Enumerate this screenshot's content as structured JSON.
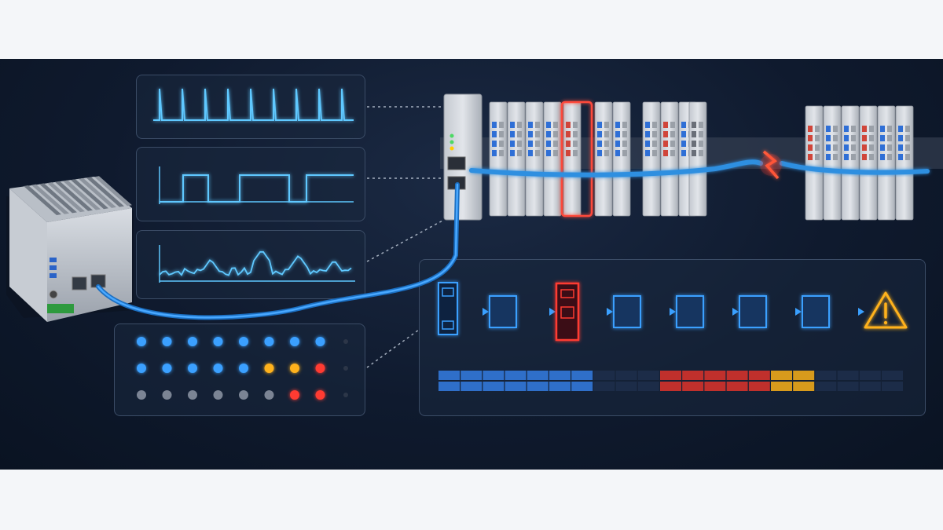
{
  "colors": {
    "background": "#0f1a2e",
    "signal": "#5ec8ff",
    "cable": "#2f8fe0",
    "fault": "#ff3b30",
    "warning": "#ffb21e",
    "ok": "#3aa0ff",
    "idle": "#7b8494"
  },
  "waveforms": [
    {
      "kind": "pulse-train"
    },
    {
      "kind": "square-wave"
    },
    {
      "kind": "noisy-signal"
    }
  ],
  "led_matrix": {
    "rows": [
      [
        "blue",
        "blue",
        "blue",
        "blue",
        "blue",
        "blue",
        "blue",
        "blue",
        "off"
      ],
      [
        "blue",
        "blue",
        "blue",
        "blue",
        "blue",
        "amber",
        "amber",
        "red",
        "off"
      ],
      [
        "gray",
        "gray",
        "gray",
        "gray",
        "gray",
        "gray",
        "red",
        "red",
        "off"
      ]
    ]
  },
  "topology": {
    "nodes": [
      "coupler",
      "module",
      "faulty-module",
      "module",
      "module",
      "module",
      "module",
      "warning"
    ],
    "fault_index": 2
  },
  "timeline": {
    "rows": [
      [
        "blue",
        "blue",
        "blue",
        "blue",
        "blue",
        "blue",
        "blue",
        "dim",
        "dim",
        "dim",
        "red",
        "red",
        "red",
        "red",
        "red",
        "amber",
        "amber",
        "dim",
        "dim",
        "dim",
        "dim"
      ],
      [
        "blue",
        "blue",
        "blue",
        "blue",
        "blue",
        "blue",
        "blue",
        "dim",
        "dim",
        "dim",
        "red",
        "red",
        "red",
        "red",
        "red",
        "amber",
        "amber",
        "dim",
        "dim",
        "dim",
        "dim"
      ]
    ]
  },
  "icons": {
    "fault": "lightning-fault-icon",
    "alert": "warning-triangle-icon"
  }
}
